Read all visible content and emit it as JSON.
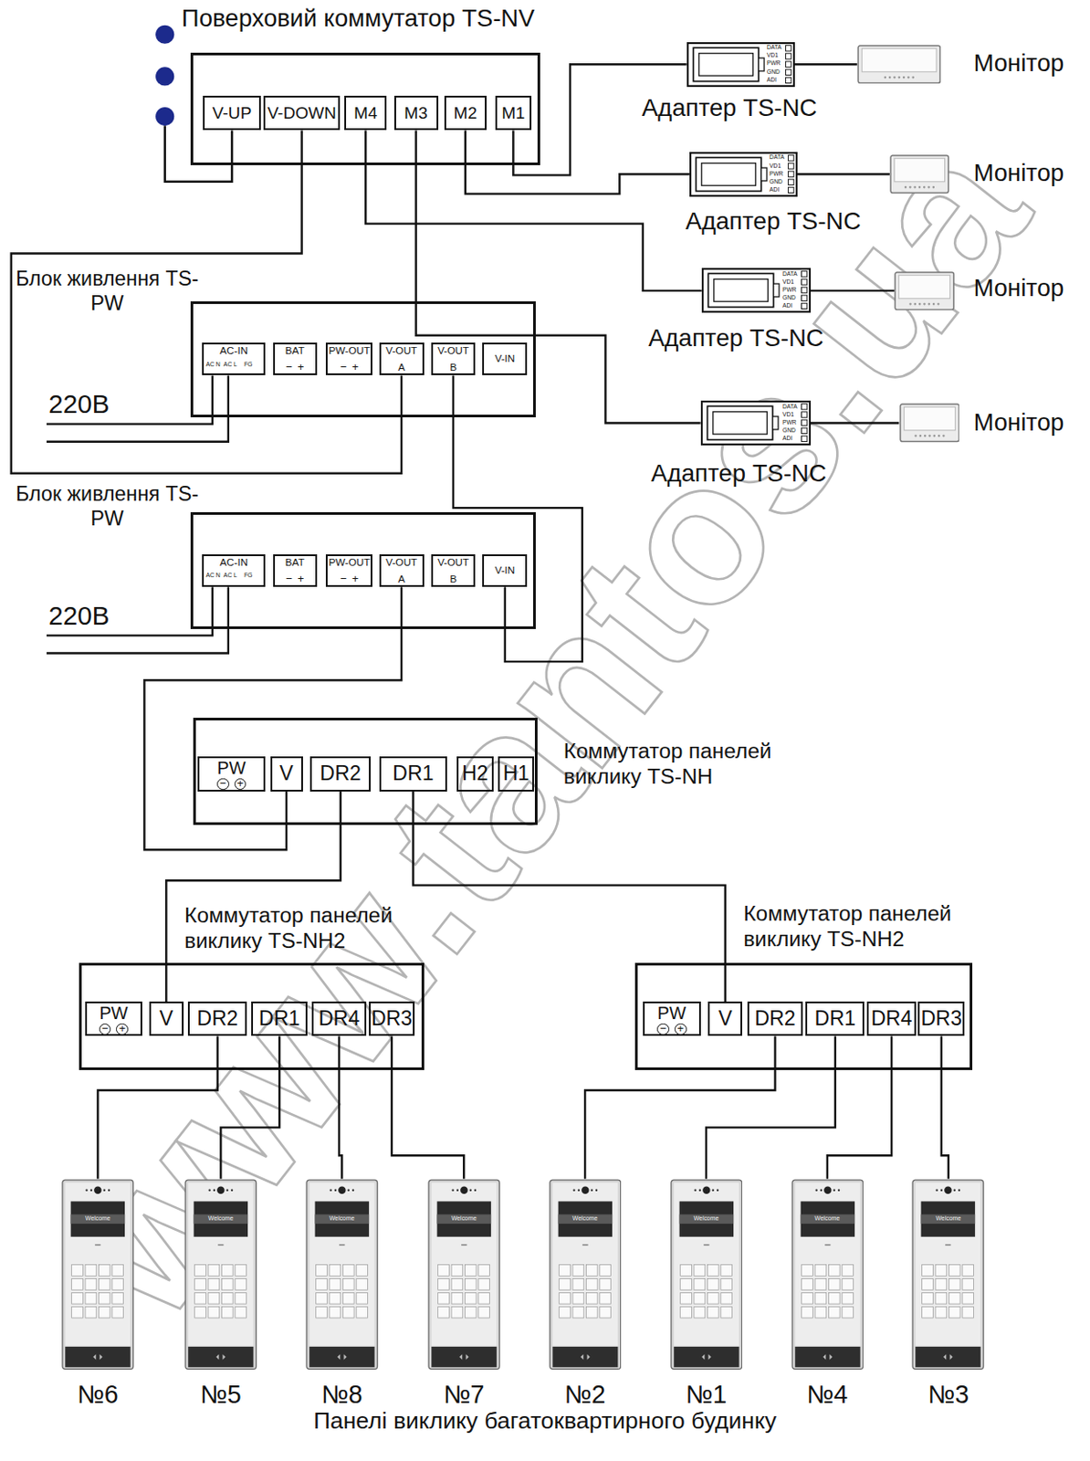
{
  "diagram": {
    "nodes": [
      {
        "text": [
          "Поверховий коммутатор TS-NV"
        ]
      },
      {
        "text": [
          "V-UP"
        ],
        "in": 0
      },
      {
        "text": [
          "V-DOWN"
        ],
        "in": 0
      },
      {
        "text": [
          "M4"
        ],
        "in": 0
      },
      {
        "text": [
          "M3"
        ],
        "in": 0
      },
      {
        "text": [
          "M2"
        ],
        "in": 0
      },
      {
        "text": [
          "M1"
        ],
        "in": 0
      },
      {
        "text": [
          "Адаптер TS-NC"
        ]
      },
      {
        "text": [
          "Монітор"
        ]
      },
      {
        "text": [
          "Адаптер TS-NC"
        ]
      },
      {
        "text": [
          "Монітор"
        ]
      },
      {
        "text": [
          "Адаптер TS-NC"
        ]
      },
      {
        "text": [
          "Монітор"
        ]
      },
      {
        "text": [
          "Адаптер TS-NC"
        ]
      },
      {
        "text": [
          "Монітор"
        ]
      },
      {
        "text": [
          "Блок живлення TS-PW"
        ]
      },
      {
        "text": [
          "AC-IN"
        ],
        "in": 15
      },
      {
        "text": [
          "BAT",
          "−",
          "+"
        ],
        "in": 15
      },
      {
        "text": [
          "PW-OUT",
          "−",
          "+"
        ],
        "in": 15
      },
      {
        "text": [
          "V-OUT",
          "A"
        ],
        "in": 15
      },
      {
        "text": [
          "V-OUT",
          "B"
        ],
        "in": 15
      },
      {
        "text": [
          "V-IN"
        ],
        "in": 15
      },
      {
        "text": [
          "Блок живлення TS-PW"
        ]
      },
      {
        "text": [
          "AC-IN"
        ],
        "in": 22
      },
      {
        "text": [
          "BAT",
          "−",
          "+"
        ],
        "in": 22
      },
      {
        "text": [
          "PW-OUT",
          "−",
          "+"
        ],
        "in": 22
      },
      {
        "text": [
          "V-OUT",
          "A"
        ],
        "in": 22
      },
      {
        "text": [
          "V-OUT",
          "B"
        ],
        "in": 22
      },
      {
        "text": [
          "V-IN"
        ],
        "in": 22
      },
      {
        "text": [
          "Коммутатор панелей виклику TS-NH"
        ]
      },
      {
        "text": [
          "PW",
          "−",
          "+"
        ],
        "in": 29
      },
      {
        "text": [
          "V"
        ],
        "in": 29
      },
      {
        "text": [
          "DR2"
        ],
        "in": 29
      },
      {
        "text": [
          "DR1"
        ],
        "in": 29
      },
      {
        "text": [
          "H2"
        ],
        "in": 29
      },
      {
        "text": [
          "H1"
        ],
        "in": 29
      },
      {
        "text": [
          "Коммутатор панелей виклику TS-NH2"
        ]
      },
      {
        "text": [
          "PW",
          "−",
          "+"
        ],
        "in": 36
      },
      {
        "text": [
          "V"
        ],
        "in": 36
      },
      {
        "text": [
          "DR2"
        ],
        "in": 36
      },
      {
        "text": [
          "DR1"
        ],
        "in": 36
      },
      {
        "text": [
          "DR4"
        ],
        "in": 36
      },
      {
        "text": [
          "DR3"
        ],
        "in": 36
      },
      {
        "text": [
          "Коммутатор панелей виклику TS-NH2"
        ]
      },
      {
        "text": [
          "PW",
          "−",
          "+"
        ],
        "in": 43
      },
      {
        "text": [
          "V"
        ],
        "in": 43
      },
      {
        "text": [
          "DR2"
        ],
        "in": 43
      },
      {
        "text": [
          "DR1"
        ],
        "in": 43
      },
      {
        "text": [
          "DR4"
        ],
        "in": 43
      },
      {
        "text": [
          "DR3"
        ],
        "in": 43
      },
      {
        "text": [
          "Welcome",
          "№6"
        ]
      },
      {
        "text": [
          "Welcome",
          "№5"
        ]
      },
      {
        "text": [
          "Welcome",
          "№8"
        ]
      },
      {
        "text": [
          "Welcome",
          "№7"
        ]
      },
      {
        "text": [
          "Welcome",
          "№2"
        ]
      },
      {
        "text": [
          "Welcome",
          "№1"
        ]
      },
      {
        "text": [
          "Welcome",
          "№4"
        ]
      },
      {
        "text": [
          "Welcome",
          "№3"
        ]
      }
    ],
    "edges": [
      {
        "from": 2,
        "to": 19,
        "arrow": "none"
      },
      {
        "from": 6,
        "to": 7,
        "arrow": "none"
      },
      {
        "from": 5,
        "to": 9,
        "arrow": "none"
      },
      {
        "from": 3,
        "to": 11,
        "arrow": "none"
      },
      {
        "from": 4,
        "to": 13,
        "arrow": "none"
      },
      {
        "from": 7,
        "to": 8,
        "arrow": "none"
      },
      {
        "from": 9,
        "to": 10,
        "arrow": "none"
      },
      {
        "from": 11,
        "to": 12,
        "arrow": "none"
      },
      {
        "from": 13,
        "to": 14,
        "arrow": "none"
      },
      {
        "from": 20,
        "to": 28,
        "arrow": "none"
      },
      {
        "from": 26,
        "to": 31,
        "arrow": "none"
      },
      {
        "from": 32,
        "to": 38,
        "arrow": "none"
      },
      {
        "from": 33,
        "to": 45,
        "arrow": "none"
      },
      {
        "from": 39,
        "to": 50,
        "arrow": "none"
      },
      {
        "from": 40,
        "to": 51,
        "arrow": "none"
      },
      {
        "from": 41,
        "to": 52,
        "arrow": "none"
      },
      {
        "from": 42,
        "to": 53,
        "arrow": "none"
      },
      {
        "from": 46,
        "to": 54,
        "arrow": "none"
      },
      {
        "from": 47,
        "to": 55,
        "arrow": "none"
      },
      {
        "from": 48,
        "to": 56,
        "arrow": "none"
      },
      {
        "from": 49,
        "to": 57,
        "arrow": "none"
      }
    ],
    "labels": [
      "220В",
      "220В",
      "DATA",
      "VD1",
      "PWR",
      "GND",
      "ADI",
      "DATA",
      "VD1",
      "PWR",
      "GND",
      "ADI",
      "DATA",
      "VD1",
      "PWR",
      "GND",
      "ADI",
      "DATA",
      "VD1",
      "PWR",
      "GND",
      "ADI",
      "AC N",
      "AC L",
      "FG",
      "AC N",
      "AC L",
      "FG",
      "www.tantos.ua"
    ],
    "caption": "Панелі виклику багатоквартирного будинку"
  }
}
